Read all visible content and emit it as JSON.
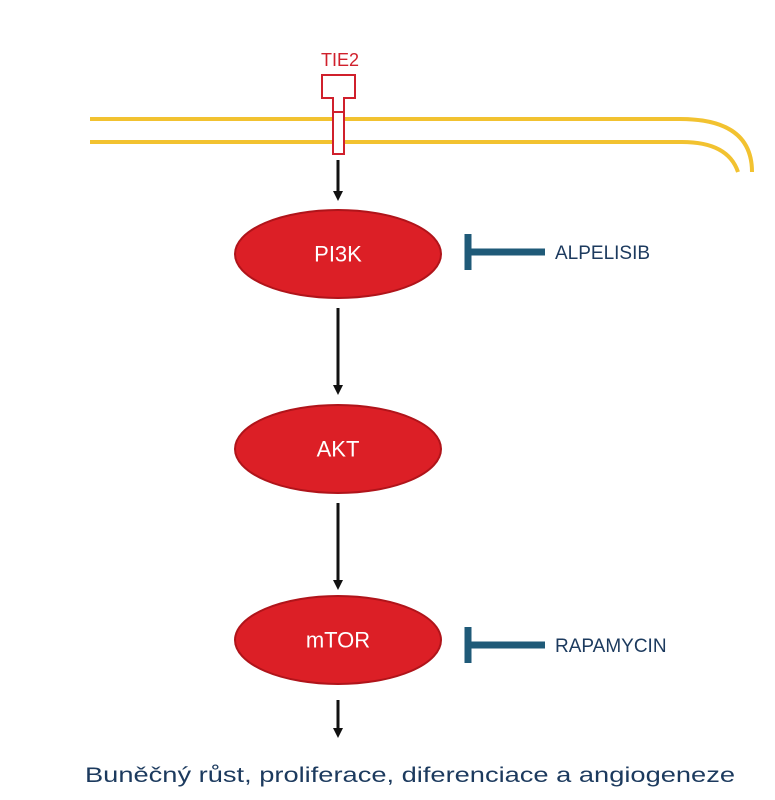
{
  "colors": {
    "membrane": "#f2c230",
    "node_fill": "#dc1f26",
    "node_stroke": "#b0141a",
    "receptor": "#d0202c",
    "inhibitor": "#1f5a78",
    "text_dark": "#1c3a5e",
    "arrow": "#111111"
  },
  "receptor": {
    "label": "TIE2"
  },
  "pathway": {
    "nodes": [
      {
        "label": "PI3K"
      },
      {
        "label": "AKT"
      },
      {
        "label": "mTOR"
      }
    ]
  },
  "inhibitors": [
    {
      "label": "ALPELISIB",
      "target": "PI3K"
    },
    {
      "label": "RAPAMYCIN",
      "target": "mTOR"
    }
  ],
  "outcome": {
    "label": "Buněčný růst, proliferace, diferenciace a angiogeneze"
  }
}
